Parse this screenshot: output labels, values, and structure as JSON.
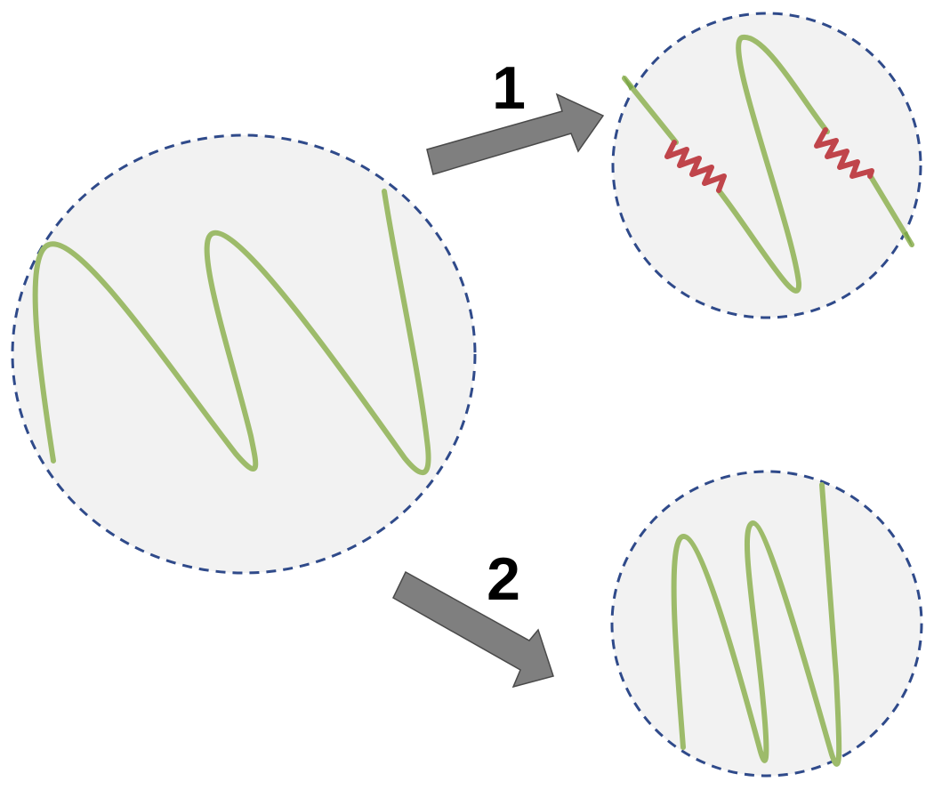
{
  "diagram": {
    "steps": [
      {
        "id": "step-1",
        "label": "1"
      },
      {
        "id": "step-2",
        "label": "2"
      }
    ],
    "colors": {
      "circle_fill": "#f2f2f2",
      "circle_border": "#2f4a8a",
      "chain": "#9dbb6a",
      "spring": "#c0454b",
      "arrow_fill": "#7f7f7f",
      "arrow_border": "#4a4a4a",
      "label": "#000000"
    }
  }
}
